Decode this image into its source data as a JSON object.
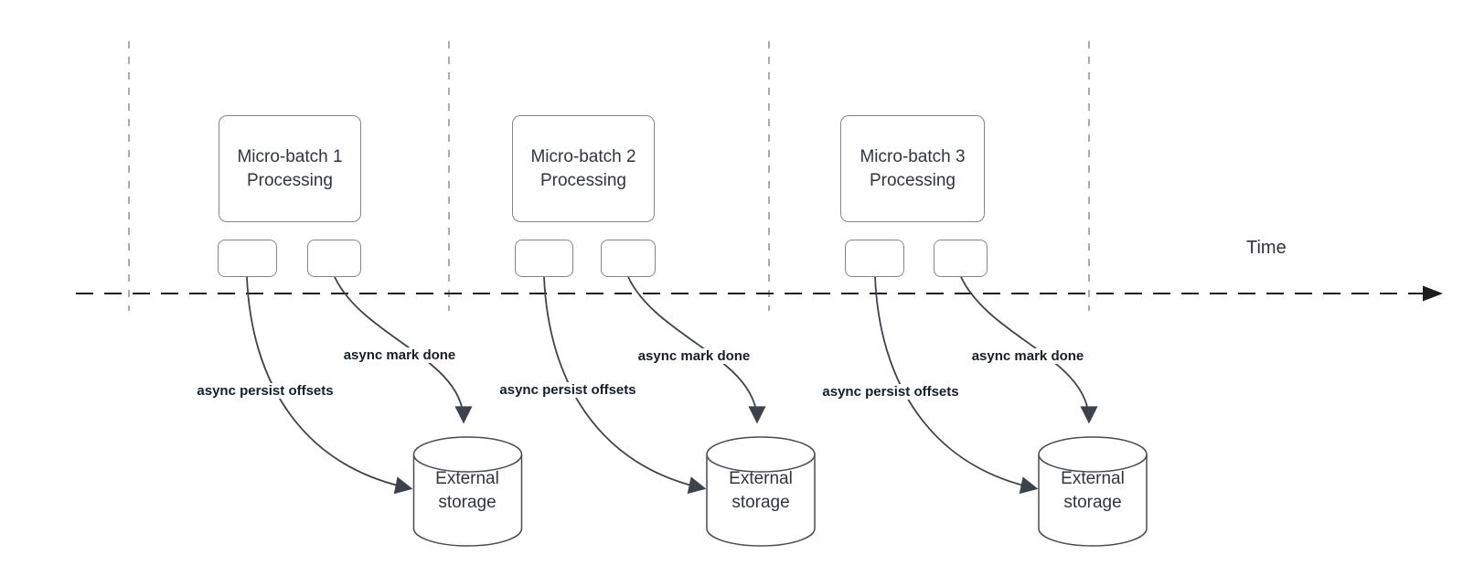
{
  "diagram": {
    "time_axis_label": "Time",
    "sections": [
      {
        "processing_box": {
          "line1": "Micro-batch 1",
          "line2": "Processing"
        },
        "persist_arrow_label": "async persist offsets",
        "mark_done_arrow_label": "async mark done",
        "storage": {
          "line1": "External",
          "line2": "storage"
        }
      },
      {
        "processing_box": {
          "line1": "Micro-batch 2",
          "line2": "Processing"
        },
        "persist_arrow_label": "async persist offsets",
        "mark_done_arrow_label": "async mark done",
        "storage": {
          "line1": "External",
          "line2": "storage"
        }
      },
      {
        "processing_box": {
          "line1": "Micro-batch 3",
          "line2": "Processing"
        },
        "persist_arrow_label": "async persist offsets",
        "mark_done_arrow_label": "async mark done",
        "storage": {
          "line1": "External",
          "line2": "storage"
        }
      }
    ],
    "colors": {
      "time_axis": "#1d1d1d",
      "interval_divider": "#aaabb0",
      "shape_border": "#82878f",
      "connector": "#3d434c",
      "shape_text": "#2e3540",
      "label_text": "#161e29",
      "background": "#ffffff"
    }
  }
}
